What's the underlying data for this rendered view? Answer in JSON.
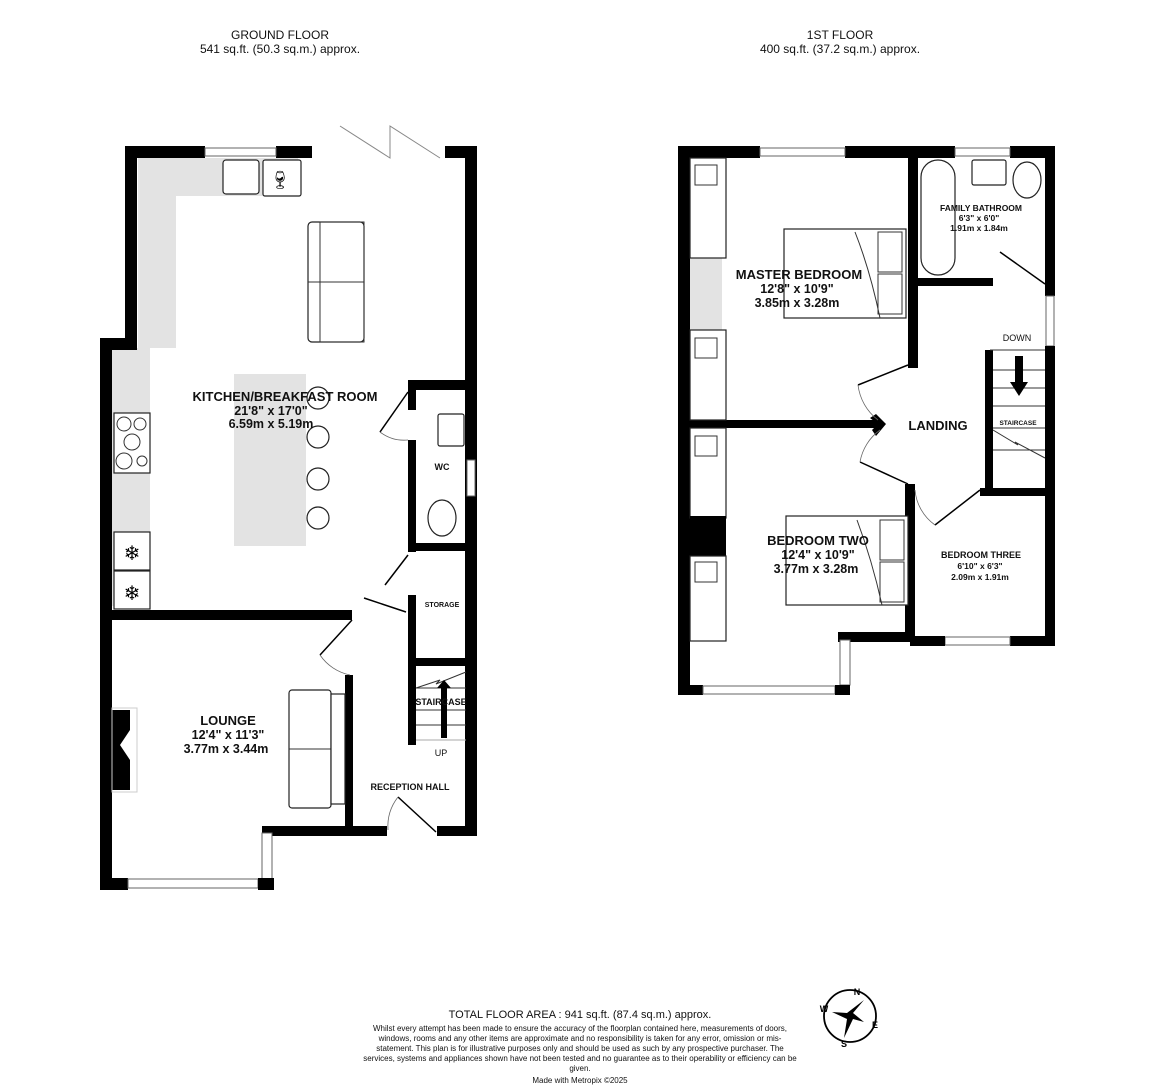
{
  "ground_floor": {
    "title": "GROUND FLOOR",
    "area": "541 sq.ft. (50.3 sq.m.) approx.",
    "rooms": {
      "kitchen": {
        "name": "KITCHEN/BREAKFAST ROOM",
        "imperial": "21'8\"  x 17'0\"",
        "metric": "6.59m  x 5.19m"
      },
      "lounge": {
        "name": "LOUNGE",
        "imperial": "12'4\"  x 11'3\"",
        "metric": "3.77m  x 3.44m"
      },
      "wc": {
        "name": "WC"
      },
      "storage": {
        "name": "STORAGE"
      },
      "staircase": {
        "name": "STAIRCASE",
        "direction": "UP"
      },
      "reception_hall": {
        "name": "RECEPTION HALL"
      }
    }
  },
  "first_floor": {
    "title": "1ST FLOOR",
    "area": "400 sq.ft. (37.2 sq.m.) approx.",
    "rooms": {
      "master_bedroom": {
        "name": "MASTER BEDROOM",
        "imperial": "12'8\"  x 10'9\"",
        "metric": "3.85m  x 3.28m"
      },
      "family_bathroom": {
        "name": "FAMILY BATHROOM",
        "imperial": "6'3\"  x 6'0\"",
        "metric": "1.91m  x 1.84m"
      },
      "landing": {
        "name": "LANDING"
      },
      "staircase": {
        "name": "STAIRCASE",
        "direction": "DOWN"
      },
      "bedroom_two": {
        "name": "BEDROOM TWO",
        "imperial": "12'4\"  x 10'9\"",
        "metric": "3.77m  x 3.28m"
      },
      "bedroom_three": {
        "name": "BEDROOM THREE",
        "imperial": "6'10\"  x 6'3\"",
        "metric": "2.09m  x 1.91m"
      }
    }
  },
  "footer": {
    "total_area": "TOTAL FLOOR AREA : 941 sq.ft. (87.4 sq.m.) approx.",
    "disclaimer": "Whilst every attempt has been made to ensure the accuracy of the floorplan contained here, measurements of doors, windows, rooms and any other items are approximate and no responsibility is taken for any error, omission or mis-statement. This plan is for illustrative purposes only and should be used as such by any prospective purchaser. The services, systems and appliances shown have not been tested and no guarantee as to their operability or efficiency can be given.",
    "credit": "Made with Metropix ©2025"
  },
  "compass": {
    "n": "N",
    "e": "E",
    "s": "S",
    "w": "W"
  }
}
